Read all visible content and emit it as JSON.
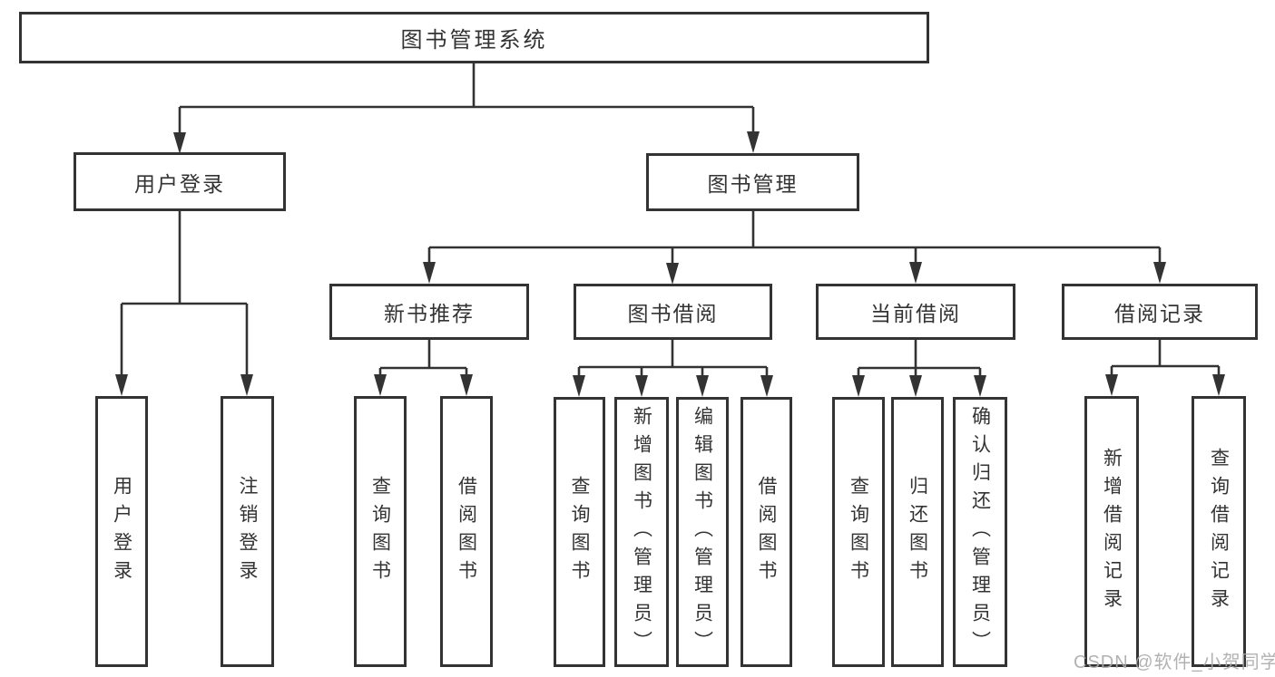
{
  "title": "图书管理系统",
  "level1": [
    "用户登录",
    "图书管理"
  ],
  "level2": [
    "新书推荐",
    "图书借阅",
    "当前借阅",
    "借阅记录"
  ],
  "leaves": {
    "user_login": [
      "用户登录",
      "注销登录"
    ],
    "new_book": [
      "查询图书",
      "借阅图书"
    ],
    "book_borrow": [
      "查询图书",
      "新增图书（管理员）",
      "编辑图书（管理员）",
      "借阅图书"
    ],
    "current_borrow": [
      "查询图书",
      "归还图书",
      "确认归还（管理员）"
    ],
    "borrow_records": [
      "新增借阅记录",
      "查询借阅记录"
    ]
  },
  "watermark": "CSDN @软件_小贺同学",
  "colors": {
    "line": "#333333",
    "text": "#333333",
    "watermark": "#aaaaaa"
  }
}
